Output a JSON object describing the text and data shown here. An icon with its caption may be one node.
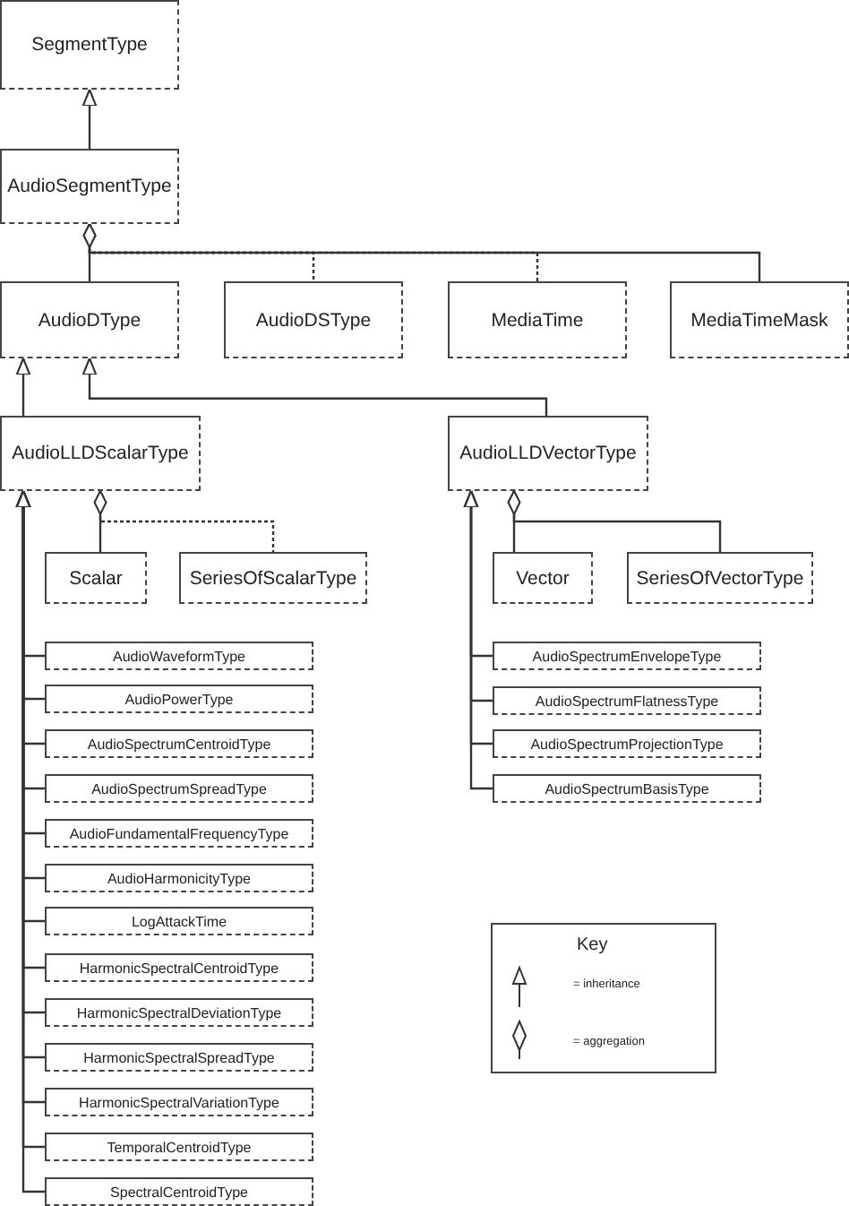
{
  "diagram": {
    "nodes": [
      {
        "text": [
          "SegmentType"
        ]
      },
      {
        "text": [
          "AudioSegmentType"
        ]
      },
      {
        "text": [
          "AudioDType"
        ]
      },
      {
        "text": [
          "AudioDSType"
        ]
      },
      {
        "text": [
          "MediaTime"
        ]
      },
      {
        "text": [
          "MediaTimeMask"
        ]
      },
      {
        "text": [
          "AudioLLDScalarType"
        ]
      },
      {
        "text": [
          "AudioLLDVectorType"
        ]
      },
      {
        "text": [
          "Scalar"
        ]
      },
      {
        "text": [
          "SeriesOfScalarType"
        ]
      },
      {
        "text": [
          "Vector"
        ]
      },
      {
        "text": [
          "SeriesOfVectorType"
        ]
      },
      {
        "text": [
          "AudioWaveformType"
        ]
      },
      {
        "text": [
          "AudioPowerType"
        ]
      },
      {
        "text": [
          "AudioSpectrumCentroidType"
        ]
      },
      {
        "text": [
          "AudioSpectrumSpreadType"
        ]
      },
      {
        "text": [
          "AudioFundamentalFrequencyType"
        ]
      },
      {
        "text": [
          "AudioHarmonicityType"
        ]
      },
      {
        "text": [
          "LogAttackTime"
        ]
      },
      {
        "text": [
          "HarmonicSpectralCentroidType"
        ]
      },
      {
        "text": [
          "HarmonicSpectralDeviationType"
        ]
      },
      {
        "text": [
          "HarmonicSpectralSpreadType"
        ]
      },
      {
        "text": [
          "HarmonicSpectralVariationType"
        ]
      },
      {
        "text": [
          "TemporalCentroidType"
        ]
      },
      {
        "text": [
          "SpectralCentroidType"
        ]
      },
      {
        "text": [
          "AudioSpectrumEnvelopeType"
        ]
      },
      {
        "text": [
          "AudioSpectrumFlatnessType"
        ]
      },
      {
        "text": [
          "AudioSpectrumProjectionType"
        ]
      },
      {
        "text": [
          "AudioSpectrumBasisType"
        ]
      }
    ],
    "edges": [
      {
        "from": 1,
        "to": 0,
        "arrow": "to"
      },
      {
        "from": 1,
        "to": 2,
        "arrow": "other"
      },
      {
        "from": 1,
        "to": 3,
        "arrow": "other",
        "style": "dashed"
      },
      {
        "from": 1,
        "to": 4,
        "arrow": "other",
        "style": "dashed"
      },
      {
        "from": 1,
        "to": 5,
        "arrow": "other"
      },
      {
        "from": 6,
        "to": 2,
        "arrow": "to"
      },
      {
        "from": 7,
        "to": 2,
        "arrow": "to"
      },
      {
        "from": 6,
        "to": 8,
        "arrow": "other"
      },
      {
        "from": 6,
        "to": 9,
        "arrow": "other",
        "style": "dashed"
      },
      {
        "from": 7,
        "to": 10,
        "arrow": "other"
      },
      {
        "from": 7,
        "to": 11,
        "arrow": "other"
      },
      {
        "from": 12,
        "to": 6,
        "arrow": "to"
      },
      {
        "from": 13,
        "to": 6,
        "arrow": "to"
      },
      {
        "from": 14,
        "to": 6,
        "arrow": "to"
      },
      {
        "from": 15,
        "to": 6,
        "arrow": "to"
      },
      {
        "from": 16,
        "to": 6,
        "arrow": "to"
      },
      {
        "from": 17,
        "to": 6,
        "arrow": "to"
      },
      {
        "from": 18,
        "to": 6,
        "arrow": "to"
      },
      {
        "from": 19,
        "to": 6,
        "arrow": "to"
      },
      {
        "from": 20,
        "to": 6,
        "arrow": "to"
      },
      {
        "from": 21,
        "to": 6,
        "arrow": "to"
      },
      {
        "from": 22,
        "to": 6,
        "arrow": "to"
      },
      {
        "from": 23,
        "to": 6,
        "arrow": "to"
      },
      {
        "from": 24,
        "to": 6,
        "arrow": "to"
      },
      {
        "from": 25,
        "to": 7,
        "arrow": "to"
      },
      {
        "from": 26,
        "to": 7,
        "arrow": "to"
      },
      {
        "from": 27,
        "to": 7,
        "arrow": "to"
      },
      {
        "from": 28,
        "to": 7,
        "arrow": "to"
      }
    ],
    "labels": [
      "Key"
    ],
    "legend": [
      {
        "text": "= inheritance"
      },
      {
        "text": "= aggregation"
      }
    ]
  }
}
